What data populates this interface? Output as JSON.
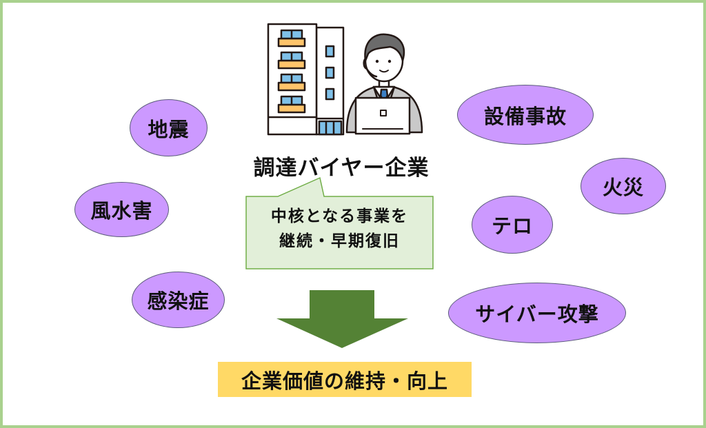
{
  "diagram": {
    "subject": {
      "label": "調達バイヤー企業",
      "illustration": "office-building-and-businessman-with-laptop"
    },
    "speech_bubble": {
      "lines": [
        "中核となる事業を",
        "継続・早期復旧"
      ]
    },
    "risks": [
      {
        "label": "地震"
      },
      {
        "label": "風水害"
      },
      {
        "label": "感染症"
      },
      {
        "label": "設備事故"
      },
      {
        "label": "火災"
      },
      {
        "label": "テロ"
      },
      {
        "label": "サイバー攻撃"
      }
    ],
    "flow_arrow": "arrow-down-icon",
    "result": {
      "label": "企業価値の維持・向上"
    }
  },
  "colors": {
    "frame_border": "#a9d18e",
    "risk_fill": "#cc99ff",
    "bubble_fill": "#e2efd9",
    "bubble_border": "#70ad47",
    "arrow": "#548235",
    "result_fill": "#ffd966"
  }
}
